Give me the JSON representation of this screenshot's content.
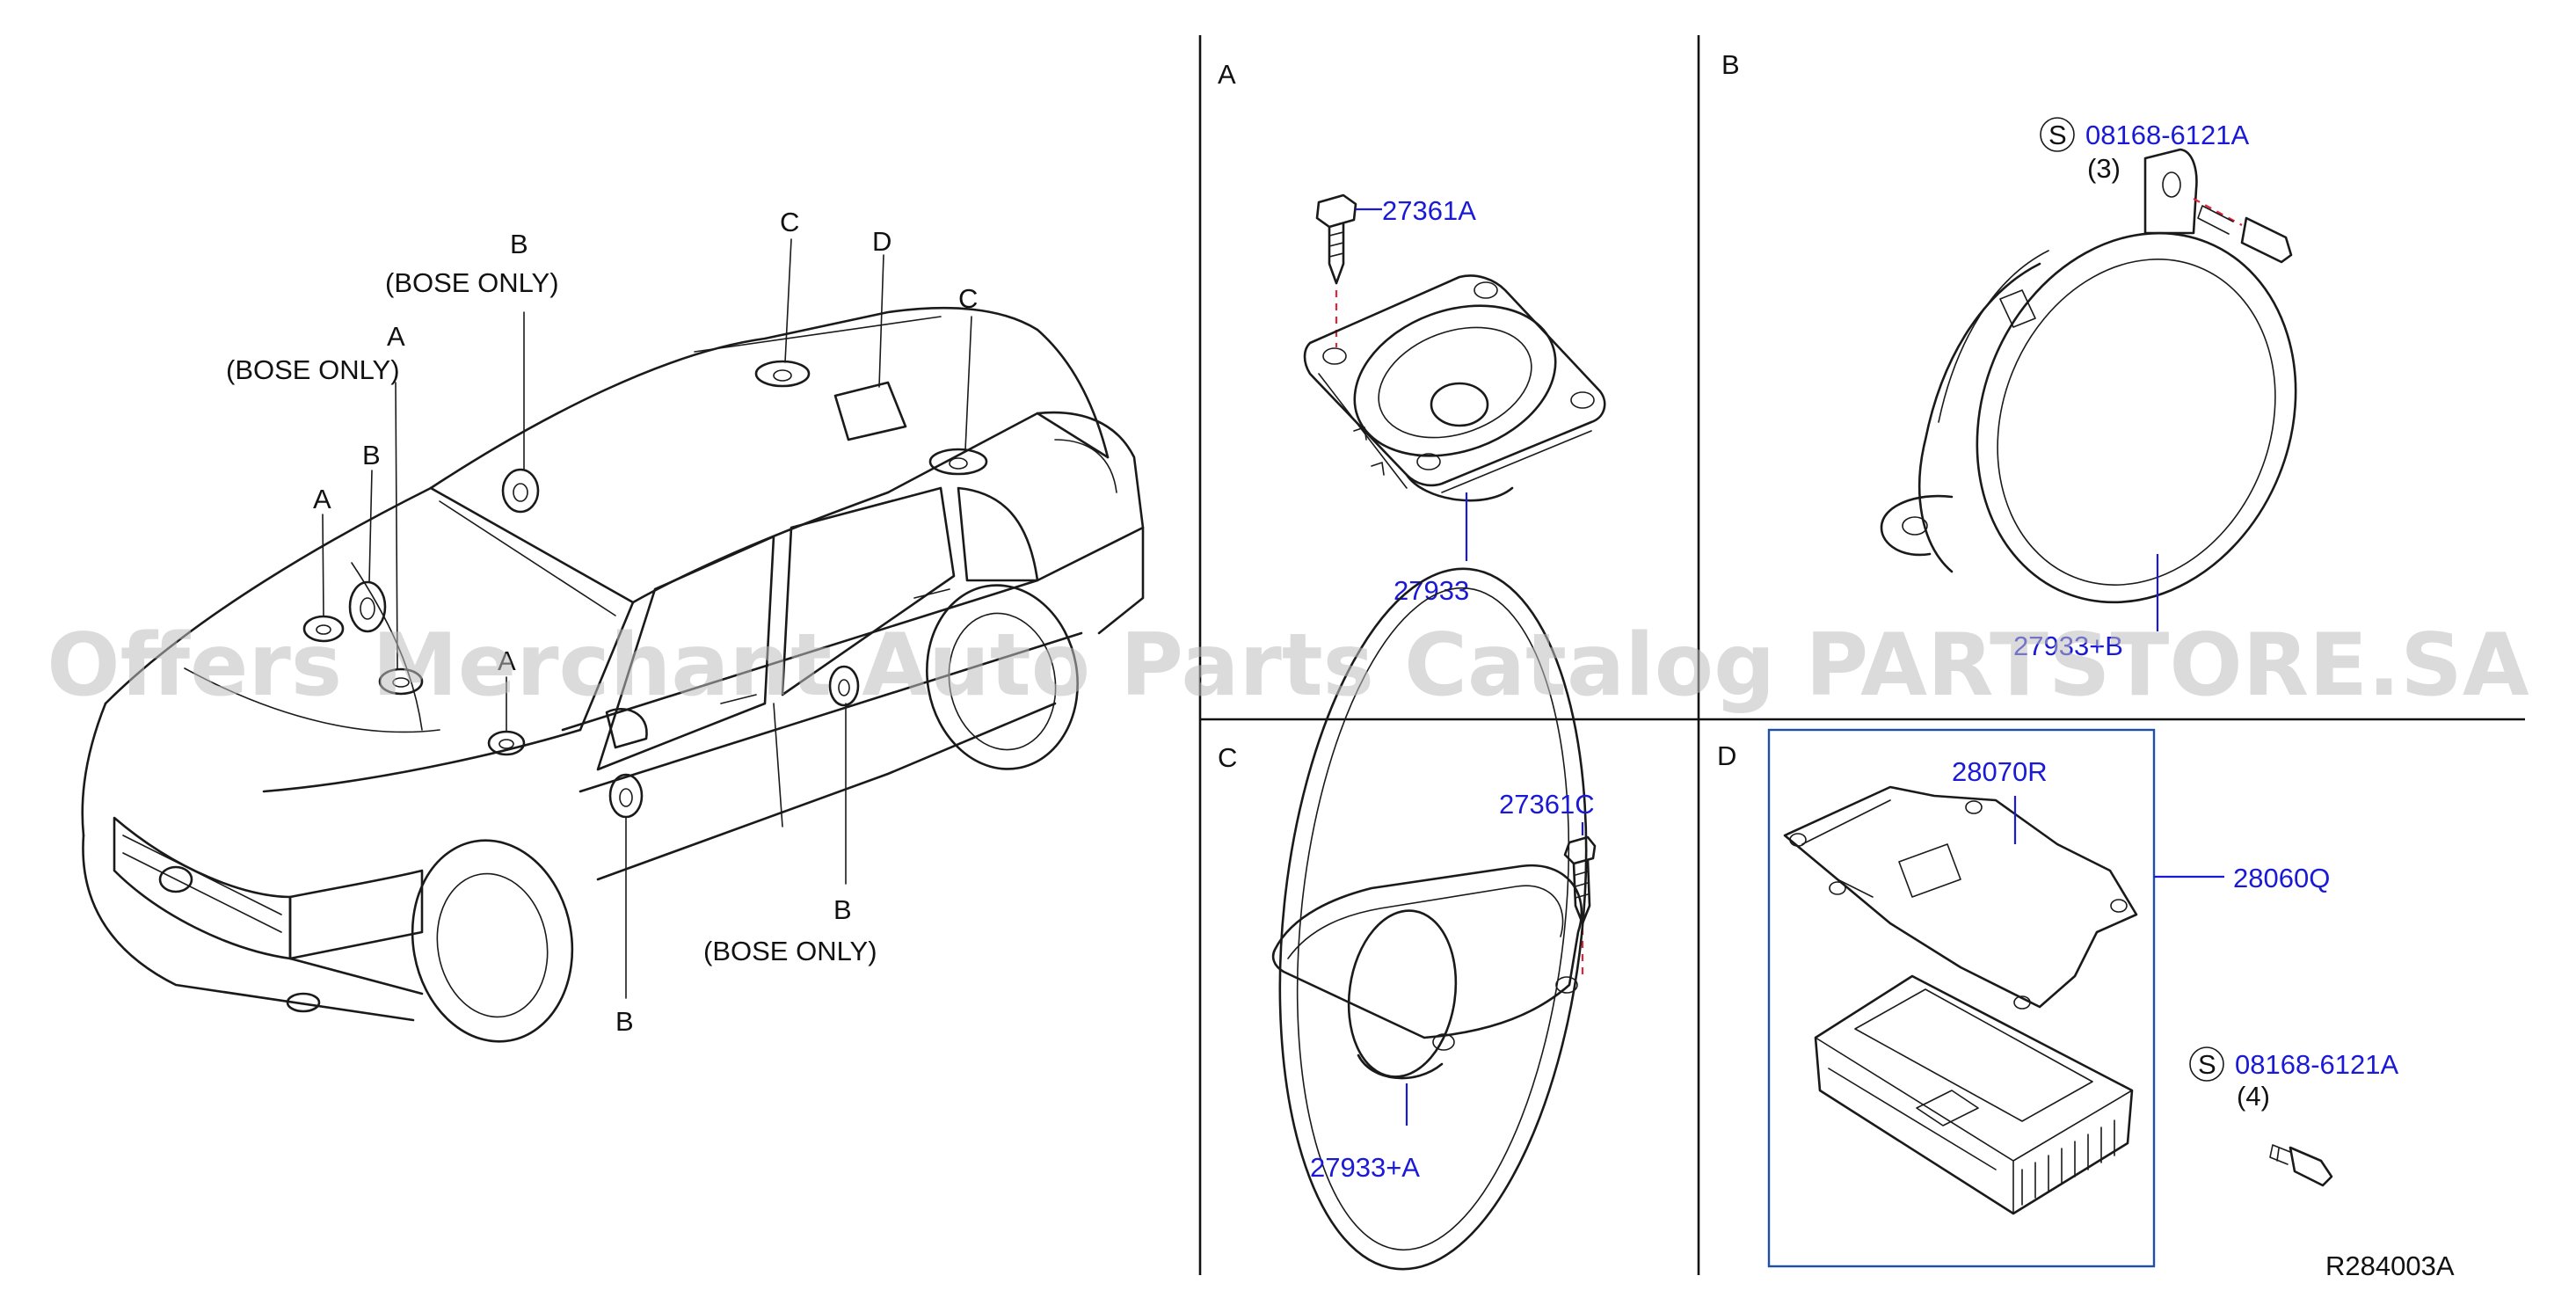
{
  "panels": {
    "a": {
      "letter": "A"
    },
    "b": {
      "letter": "B"
    },
    "c": {
      "letter": "C"
    },
    "d": {
      "letter": "D"
    }
  },
  "car_labels": {
    "top_c_left": "C",
    "top_d": "D",
    "top_c_right": "C",
    "b_bose_letter": "B",
    "b_bose_note": "(BOSE  ONLY)",
    "a_bose_letter": "A",
    "a_bose_note": "(BOSE  ONLY)",
    "b_left": "B",
    "a_left": "A",
    "a_mid": "A",
    "b_door_bose_letter": "B",
    "b_door_bose_note": "(BOSE  ONLY)",
    "b_bottom": "B"
  },
  "parts": {
    "screw_a": "27361A",
    "tweeter_a": "27933",
    "s_mark": "S",
    "bolt_b": "08168-6121A",
    "bolt_b_qty": "(3)",
    "speaker_b": "27933+B",
    "screw_c": "27361C",
    "speaker_c": "27933+A",
    "bracket_d": "28070R",
    "amp_d": "28060Q",
    "bolt_d": "08168-6121A",
    "bolt_d_qty": "(4)"
  },
  "diagram_code": "R284003A",
  "watermark": "Offers Merchant Auto Parts Catalog PARTSTORE.SA",
  "colors": {
    "part_number": "#1a1ad6",
    "line": "#1a1a1a",
    "dashed_guide": "#e0243a",
    "highlight_box": "#1e4fa8"
  }
}
